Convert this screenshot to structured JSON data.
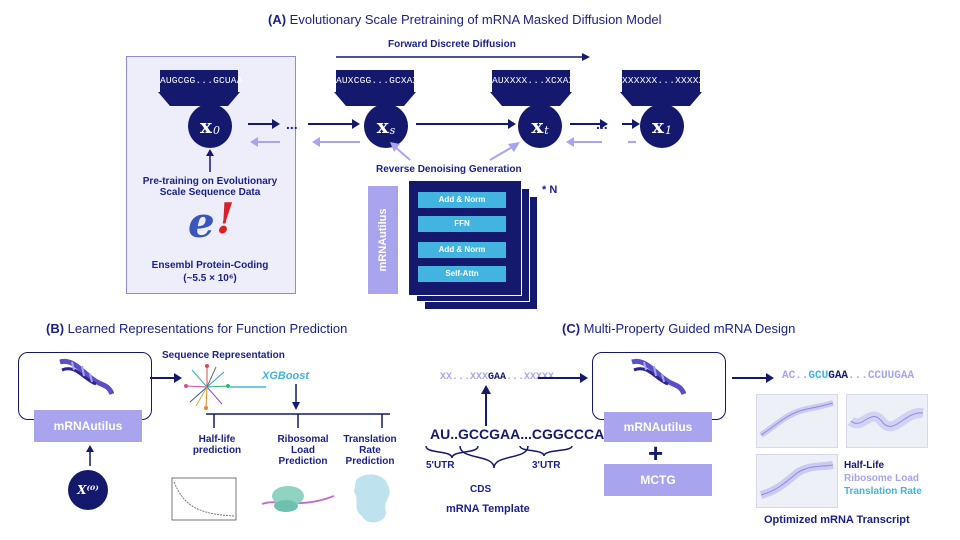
{
  "panel_a": {
    "title_tag": "(A)",
    "title": "Evolutionary Scale Pretraining of mRNA Masked Diffusion Model",
    "forward_label": "Forward Discrete Diffusion",
    "reverse_label": "Reverse Denoising Generation",
    "seqs": [
      "AUGCGG...GCUAA",
      "AUXCGG...GCXAX",
      "AUXXXX...XCXAX",
      "XXXXXX...XXXXX"
    ],
    "nodes": [
      {
        "sym": "x",
        "sub": "0"
      },
      {
        "sym": "x",
        "sub": "s"
      },
      {
        "sym": "x",
        "sub": "t"
      },
      {
        "sym": "x",
        "sub": "1"
      }
    ],
    "dots": "...",
    "pretrain_text": "Pre-training on Evolutionary Scale Sequence Data",
    "logo_letter": "e",
    "logo_mark": "!",
    "ensembl_line1": "Ensembl Protein-Coding",
    "ensembl_line2": "(~5.5 × 10⁶)",
    "model_name": "mRNAutilus",
    "repeat": "* N",
    "blocks": [
      "Add & Norm",
      "FFN",
      "Add & Norm",
      "Self-Attn"
    ]
  },
  "panel_b": {
    "title_tag": "(B)",
    "title": "Learned Representations for Function Prediction",
    "model_name": "mRNAutilus",
    "input_symbol": "X⁽⁰⁾",
    "seq_rep": "Sequence Representation",
    "xgboost": "XGBoost",
    "tasks": [
      "Half-life prediction",
      "Ribosomal Load Prediction",
      "Translation Rate Prediction"
    ]
  },
  "panel_c": {
    "title_tag": "(C)",
    "title": "Multi-Property Guided mRNA Design",
    "masked_seq_a": "XX...XXX",
    "masked_seq_b": "GAA",
    "masked_seq_c": "...XXXXX",
    "template_seq": "AU..GCCGAA...CGGCCCAA",
    "utr5": "5'UTR",
    "utr3": "3'UTR",
    "cds": "CDS",
    "template_label": "mRNA Template",
    "model_name": "mRNAutilus",
    "plus": "+",
    "guide": "MCTG",
    "out_a": "AC..",
    "out_b": "GCU",
    "out_c": "GAA",
    "out_d": "...CCUUGAA",
    "legend": [
      "Half-Life",
      "Ribosome Load",
      "Translation Rate"
    ],
    "output_label": "Optimized mRNA Transcript"
  },
  "colors": {
    "navy": "#14196e",
    "lavender": "#a8a4ee",
    "cyan": "#43b3e0",
    "ribosome": "#8fd3c1"
  }
}
